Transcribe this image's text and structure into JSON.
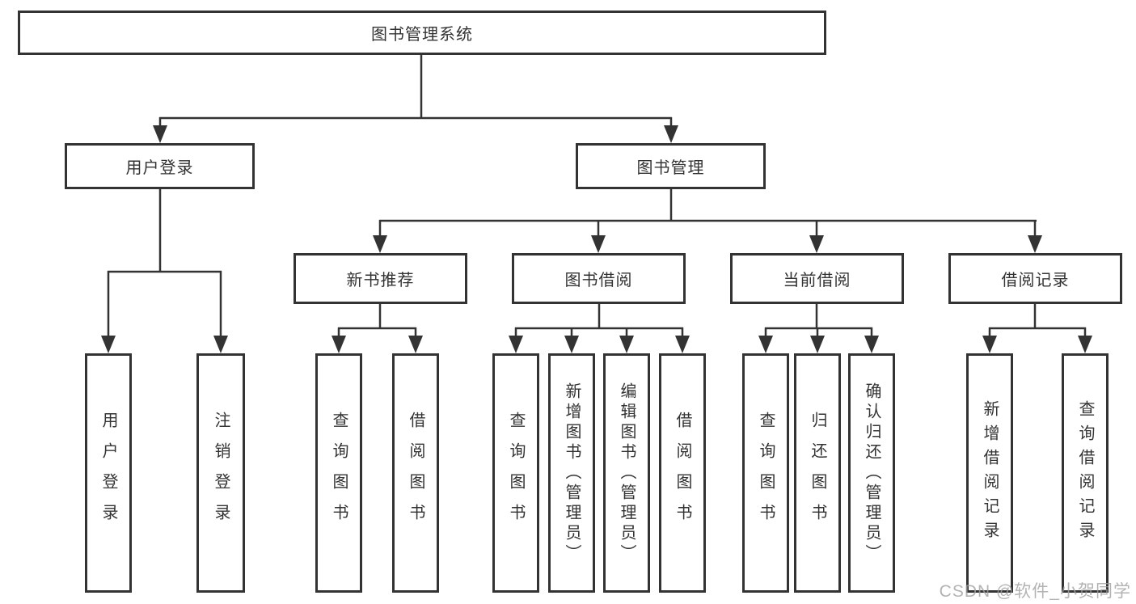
{
  "colors": {
    "line": "#333333",
    "box_border": "#333333",
    "text": "#333333",
    "background": "#ffffff",
    "watermark": "#a0a0a0"
  },
  "watermark": "CSDN @软件_小贺同学",
  "tree": {
    "label": "图书管理系统",
    "children": [
      {
        "label": "用户登录",
        "children": [
          {
            "label": "用户登录"
          },
          {
            "label": "注销登录"
          }
        ]
      },
      {
        "label": "图书管理",
        "children": [
          {
            "label": "新书推荐",
            "children": [
              {
                "label": "查询图书"
              },
              {
                "label": "借阅图书"
              }
            ]
          },
          {
            "label": "图书借阅",
            "children": [
              {
                "label": "查询图书"
              },
              {
                "label": "新增图书（管理员）"
              },
              {
                "label": "编辑图书（管理员）"
              },
              {
                "label": "借阅图书"
              }
            ]
          },
          {
            "label": "当前借阅",
            "children": [
              {
                "label": "查询图书"
              },
              {
                "label": "归还图书"
              },
              {
                "label": "确认归还（管理员）"
              }
            ]
          },
          {
            "label": "借阅记录",
            "children": [
              {
                "label": "新增借阅记录"
              },
              {
                "label": "查询借阅记录"
              }
            ]
          }
        ]
      }
    ]
  }
}
